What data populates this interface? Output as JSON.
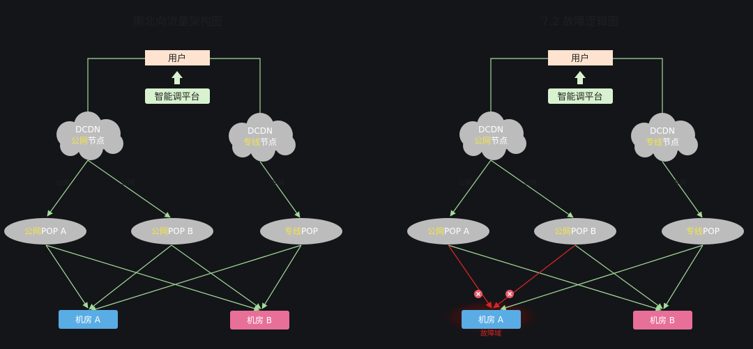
{
  "left_panel": {
    "title": "南北向流量架构图",
    "user_label": "用户",
    "platform_label": "智能调平台",
    "cloud_public": {
      "line1": "DCDN",
      "hl": "公网",
      "rest": "节点"
    },
    "cloud_private": {
      "line1": "DCDN",
      "hl": "专线",
      "rest": "节点"
    },
    "edge_labels": [
      "公网",
      "公网",
      "专网"
    ],
    "pop_a": {
      "hl": "公网",
      "rest": "POP A"
    },
    "pop_b": {
      "hl": "公网",
      "rest": "POP B"
    },
    "pop_c": {
      "hl": "专线",
      "rest": "POP"
    },
    "room_a": "机房 A",
    "room_b": "机房 B"
  },
  "right_panel": {
    "title": "7.2 故障逻辑图",
    "user_label": "用户",
    "platform_label": "智能调平台",
    "cloud_public": {
      "line1": "DCDN",
      "hl": "公网",
      "rest": "节点"
    },
    "cloud_private": {
      "line1": "DCDN",
      "hl": "专线",
      "rest": "节点"
    },
    "edge_labels": [
      "公网",
      "公网",
      "专网"
    ],
    "pop_a": {
      "hl": "公网",
      "rest": "POP A"
    },
    "pop_b": {
      "hl": "公网",
      "rest": "POP B"
    },
    "pop_c": {
      "hl": "专线",
      "rest": "POP"
    },
    "room_a": "机房 A",
    "room_b": "机房 B",
    "fault_label": "故障域"
  },
  "colors": {
    "user_box": "#fde3d0",
    "platform_box": "#d8f2cf",
    "node": "#bcbcbc",
    "highlight": "#f3e34a",
    "edge": "#a4dd9a",
    "room_a": "#5aace4",
    "room_b": "#e76f98",
    "fault_edge": "#d42626",
    "fault_marker": "#e85a6a"
  }
}
